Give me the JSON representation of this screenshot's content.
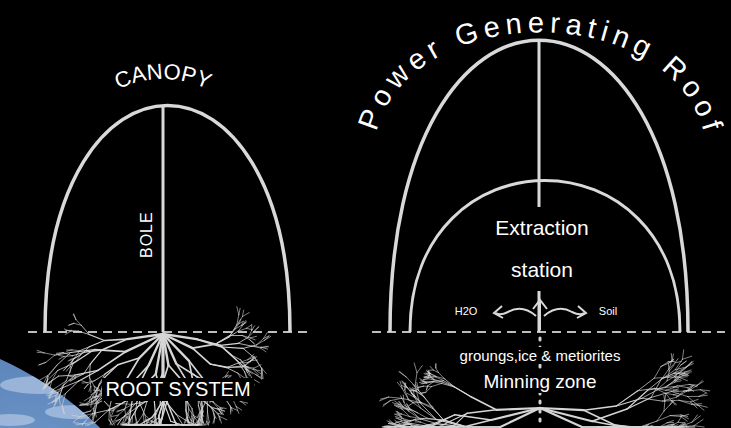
{
  "diagram": {
    "nodes": [
      {
        "text": [
          "CANOPY",
          "BOLE"
        ]
      },
      {
        "text": [
          "Power Generating Roof"
        ]
      },
      {
        "text": [
          "Extraction station"
        ],
        "in": 1
      }
    ],
    "labels": [
      "ROOT SYSTEM",
      "H2O",
      "Soil",
      "groungs,ice & metiorites",
      "Minning zone"
    ]
  }
}
